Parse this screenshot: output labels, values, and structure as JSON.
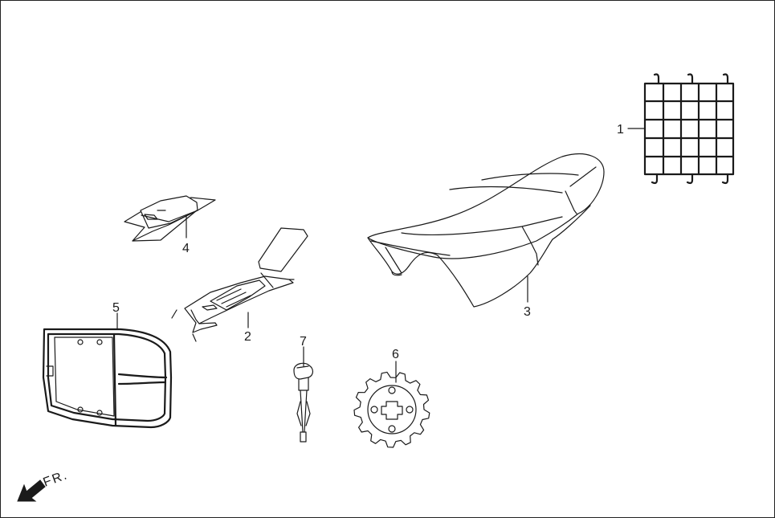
{
  "parts": [
    {
      "number": "1",
      "icon": "cargo-net-icon"
    },
    {
      "number": "2",
      "icon": "seat-base-bracket-icon"
    },
    {
      "number": "3",
      "icon": "seat-icon"
    },
    {
      "number": "4",
      "icon": "tool-bag-icon"
    },
    {
      "number": "5",
      "icon": "rear-rack-icon"
    },
    {
      "number": "6",
      "icon": "drive-sprocket-icon"
    },
    {
      "number": "7",
      "icon": "dipstick-icon"
    }
  ],
  "direction": {
    "label": "FR.",
    "icon": "front-direction-arrow-icon"
  },
  "colors": {
    "line": "#1a1a1a",
    "background": "#ffffff"
  }
}
